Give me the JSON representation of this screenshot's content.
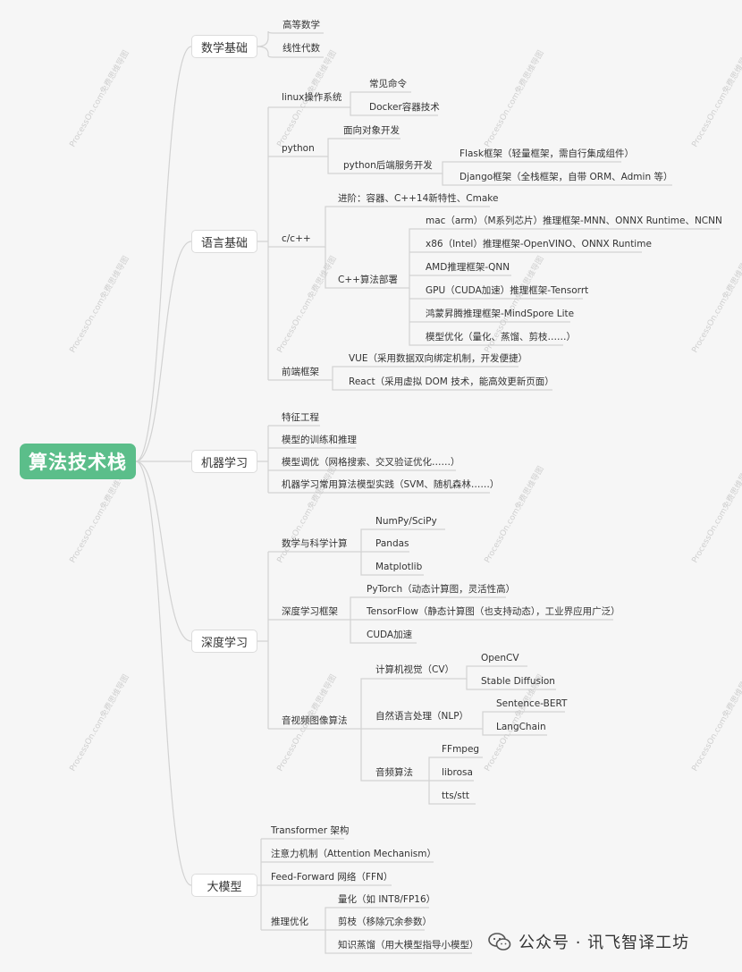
{
  "root": "算法技术栈",
  "branches": {
    "math": {
      "label": "数学基础",
      "items": [
        "高等数学",
        "线性代数"
      ]
    },
    "lang": {
      "label": "语言基础",
      "linux": {
        "label": "linux操作系统",
        "items": [
          "常见命令",
          "Docker容器技术"
        ]
      },
      "python": {
        "label": "python",
        "oop": "面向对象开发",
        "backend": {
          "label": "python后端服务开发",
          "items": [
            "Flask框架（轻量框架，需自行集成组件）",
            "Django框架（全栈框架，自带 ORM、Admin 等）"
          ]
        }
      },
      "cpp": {
        "label": "c/c++",
        "advanced": "进阶：容器、C++14新特性、Cmake",
        "deploy": {
          "label": "C++算法部署",
          "items": [
            "mac（arm）（M系列芯片）推理框架-MNN、ONNX Runtime、NCNN",
            "x86（Intel）推理框架-OpenVINO、ONNX Runtime",
            "AMD推理框架-QNN",
            "GPU（CUDA加速）推理框架-Tensorrt",
            "鸿蒙昇腾推理框架-MindSpore Lite",
            "模型优化（量化、蒸馏、剪枝……）"
          ]
        }
      },
      "frontend": {
        "label": "前端框架",
        "items": [
          "VUE（采用数据双向绑定机制，开发便捷）",
          "React（采用虚拟 DOM 技术，能高效更新页面）"
        ]
      }
    },
    "ml": {
      "label": "机器学习",
      "items": [
        "特征工程",
        "模型的训练和推理",
        "模型调优（网格搜索、交叉验证优化……）",
        "机器学习常用算法模型实践（SVM、随机森林……）"
      ]
    },
    "dl": {
      "label": "深度学习",
      "sci": {
        "label": "数学与科学计算",
        "items": [
          "NumPy/SciPy",
          "Pandas",
          "Matplotlib"
        ]
      },
      "framework": {
        "label": "深度学习框架",
        "items": [
          "PyTorch（动态计算图，灵活性高）",
          "TensorFlow（静态计算图（也支持动态），工业界应用广泛）",
          "CUDA加速"
        ]
      },
      "av": {
        "label": "音视频图像算法",
        "cv": {
          "label": "计算机视觉（CV）",
          "items": [
            "OpenCV",
            "Stable Diffusion"
          ]
        },
        "nlp": {
          "label": "自然语言处理（NLP）",
          "items": [
            "Sentence-BERT",
            "LangChain"
          ]
        },
        "audio": {
          "label": "音频算法",
          "items": [
            "FFmpeg",
            "librosa",
            "tts/stt"
          ]
        }
      }
    },
    "llm": {
      "label": "大模型",
      "items": [
        "Transformer 架构",
        "注意力机制（Attention Mechanism）",
        "Feed-Forward 网络（FFN）"
      ],
      "opt": {
        "label": "推理优化",
        "items": [
          "量化（如 INT8/FP16）",
          "剪枝（移除冗余参数）",
          "知识蒸馏（用大模型指导小模型）"
        ]
      }
    }
  },
  "watermark": "ProcessOn.com免费思维导图",
  "brand": "公众号 · 讯飞智译工坊",
  "colors": {
    "root_bg": "#5bbe8a",
    "line": "#d0d0d0",
    "background": "#f6f6f6"
  }
}
